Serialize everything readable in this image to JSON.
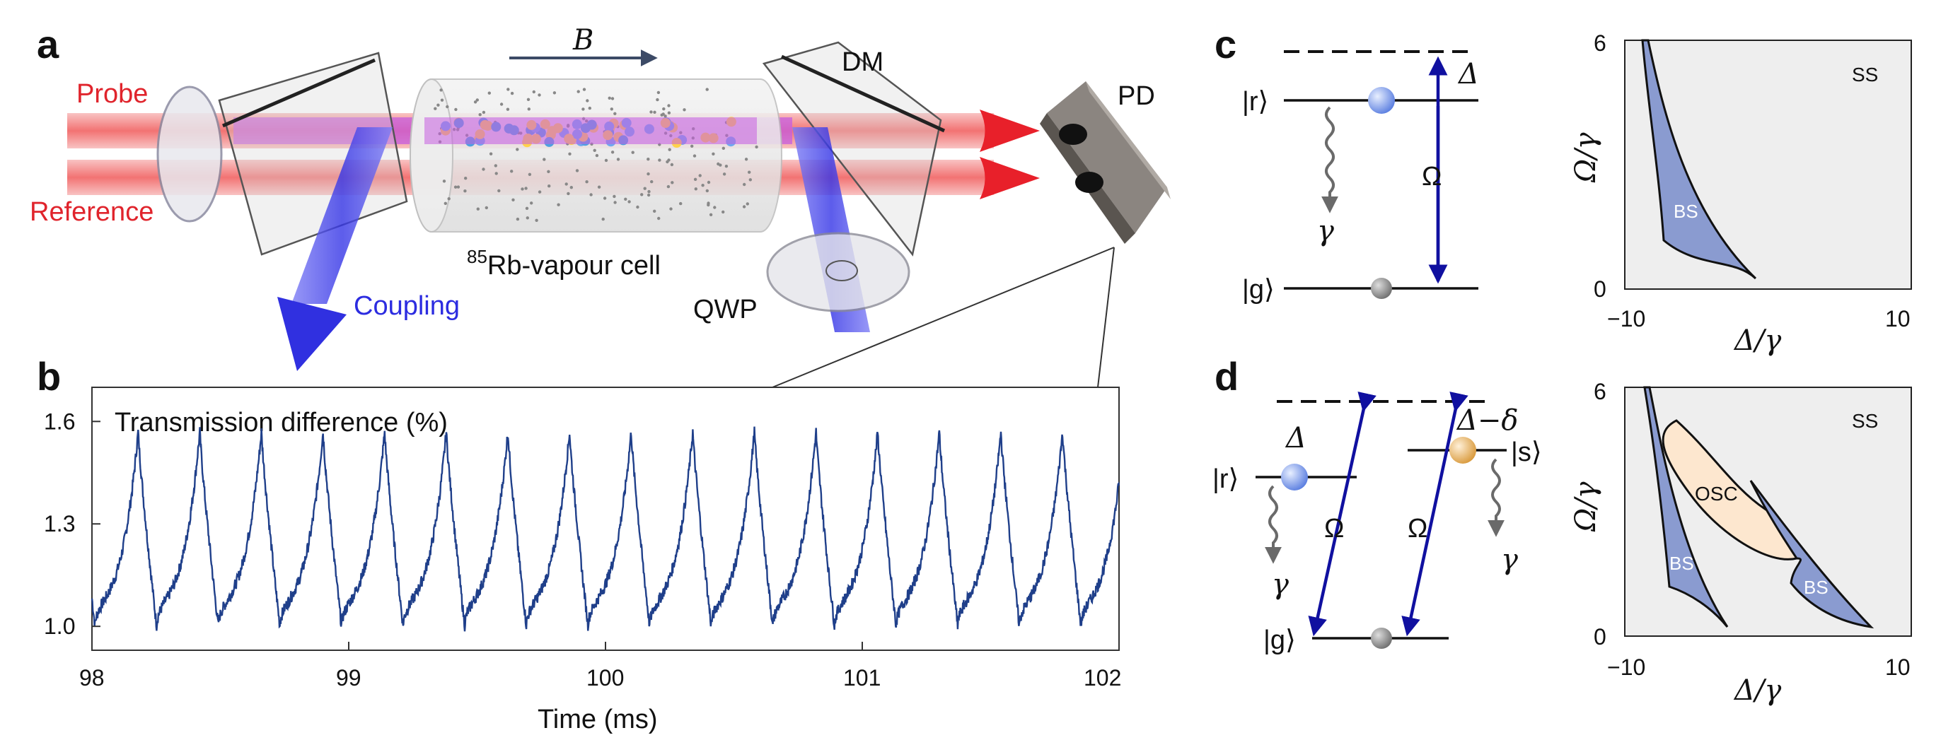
{
  "panel_a": {
    "letter": "a",
    "probe": "Probe",
    "reference": "Reference",
    "coupling": "Coupling",
    "field": "B",
    "cell_sup": "85",
    "cell": "Rb-vapour cell",
    "dm": "DM",
    "pd": "PD",
    "qwp": "QWP"
  },
  "panel_b": {
    "letter": "b",
    "title": "Transmission difference (%)",
    "xlabel": "Time (ms)",
    "xticks": [
      "98",
      "99",
      "100",
      "101",
      "102"
    ],
    "yticks": [
      "1.6",
      "1.3",
      "1.0"
    ]
  },
  "panel_c": {
    "letter": "c",
    "level_r": "|r⟩",
    "level_g": "|g⟩",
    "delta": "Δ",
    "omega": "Ω",
    "gamma": "γ",
    "plot": {
      "ylabel": "Ω/γ",
      "xlabel": "Δ/γ",
      "y_top": "6",
      "y_bottom": "0",
      "x_left": "−10",
      "x_right": "10",
      "ss": "SS",
      "bs": "BS"
    }
  },
  "panel_d": {
    "letter": "d",
    "level_r": "|r⟩",
    "level_s": "|s⟩",
    "level_g": "|g⟩",
    "delta": "Δ",
    "delta_minus": "Δ−δ",
    "omega_left": "Ω",
    "omega_right": "Ω",
    "gamma_left": "γ",
    "gamma_right": "γ",
    "plot": {
      "ylabel": "Ω/γ",
      "xlabel": "Δ/γ",
      "y_top": "6",
      "y_bottom": "0",
      "x_left": "−10",
      "x_right": "10",
      "ss": "SS",
      "osc": "OSC",
      "bs_left": "BS",
      "bs_right": "BS"
    }
  },
  "chart_data": {
    "type": "line",
    "title": "Transmission difference (%)",
    "xlabel": "Time (ms)",
    "ylabel": "",
    "xlim": [
      98,
      102
    ],
    "ylim": [
      0.93,
      1.7
    ],
    "x_ticks": [
      98,
      99,
      100,
      101,
      102
    ],
    "y_ticks": [
      1.0,
      1.3,
      1.6
    ],
    "period_ms": 0.24,
    "first_peak_ms": 98.18,
    "peak": 1.57,
    "trough": 1.0,
    "series": [
      {
        "name": "",
        "color": "#1f3f8a"
      }
    ]
  },
  "colors": {
    "probe": "#e0242c",
    "coupling": "#2c2ce0",
    "trace": "#1f3f8a",
    "bs_fill": "#8a9bd0",
    "osc_fill": "#fde7cf",
    "plot_bg": "#eeeeee",
    "arrow": "#1010a0"
  }
}
